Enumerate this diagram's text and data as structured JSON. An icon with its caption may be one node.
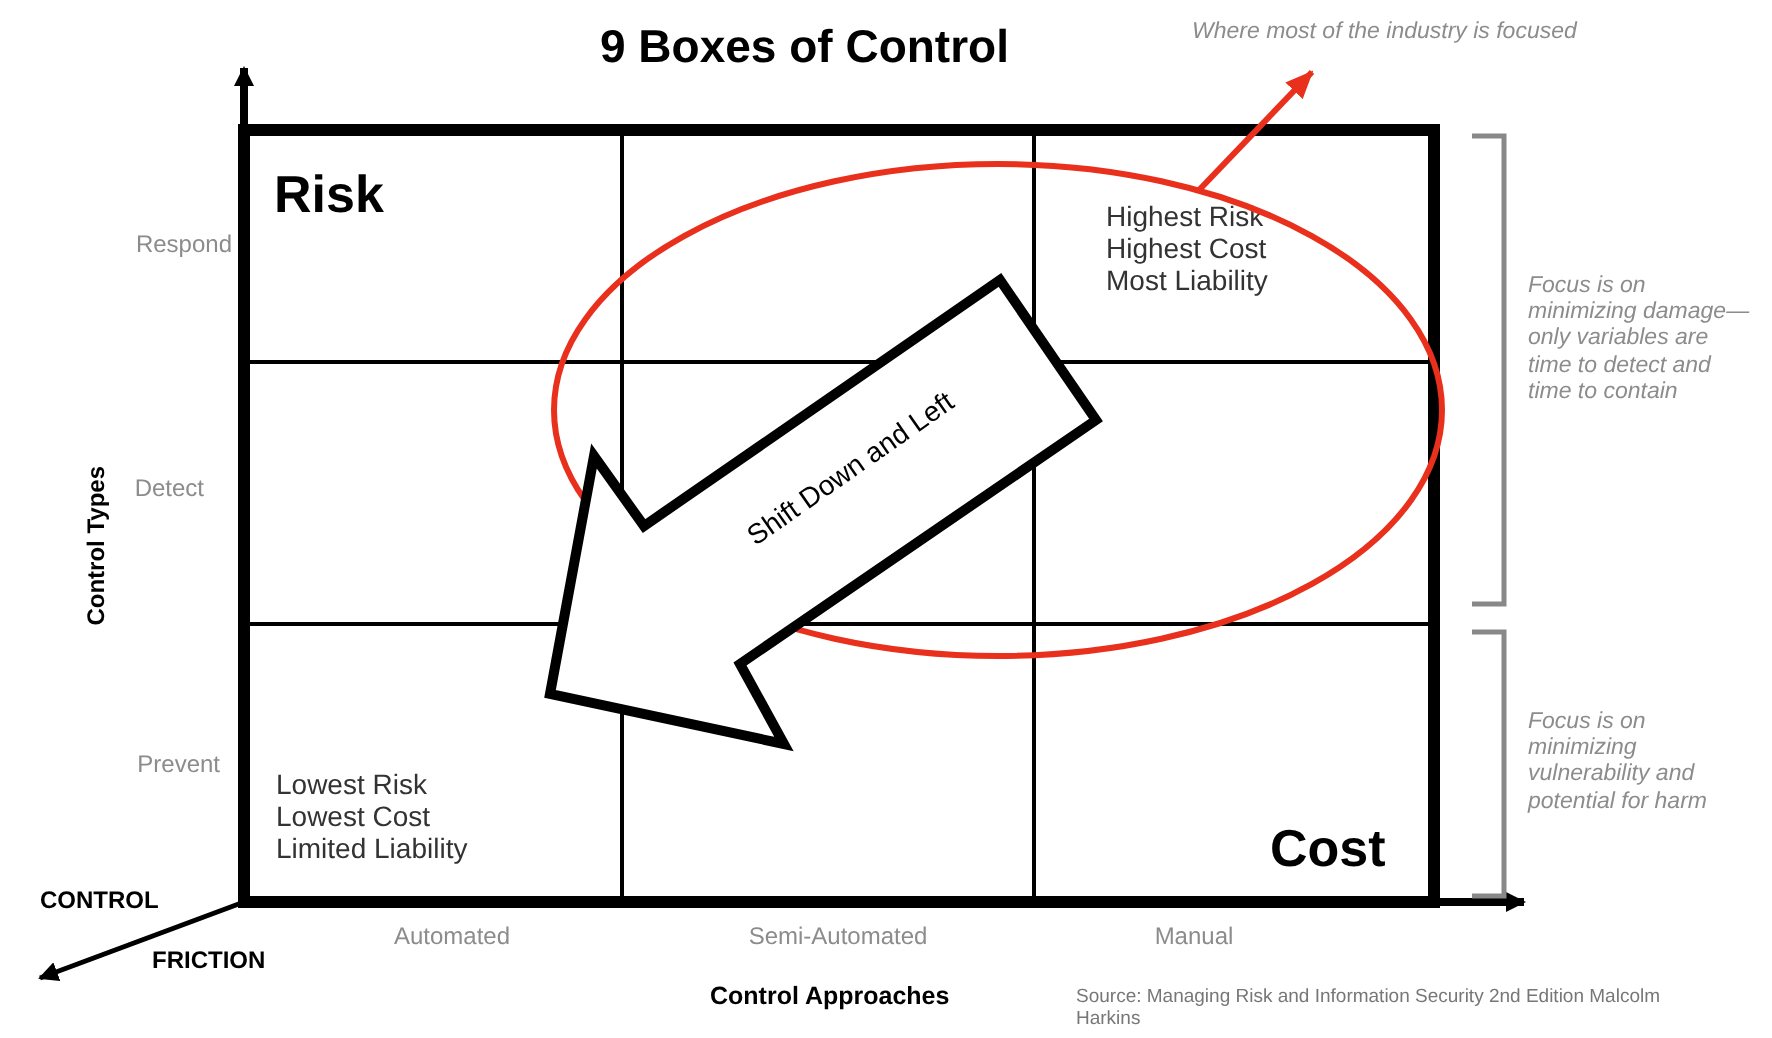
{
  "diagram": {
    "title": "9 Boxes of Control",
    "nodes": [
      {
        "text": [
          "Where most of the industry is focused"
        ]
      },
      {
        "text": [],
        "shape": "ellipse"
      },
      {
        "text": [
          "Shift Down and Left"
        ]
      }
    ],
    "edges": [
      {
        "from": 1,
        "to": 0,
        "arrow": "to",
        "color": "#e8301c"
      }
    ],
    "labels": [
      "Risk",
      "Respond",
      "Highest Risk Highest Cost Most Liability",
      "Focus is on minimizing damage—only variables are time to detect and time to contain",
      "Control Types",
      "Detect",
      "Prevent",
      "Lowest Risk Lowest Cost Limited Liability",
      "Focus is on minimizing vulnerability and potential for harm",
      "Cost",
      "CONTROL",
      "Automated",
      "Semi-Automated",
      "Manual",
      "FRICTION",
      "Control Approaches",
      "Source: Managing Risk and Information Security 2nd Edition Malcolm Harkins"
    ]
  }
}
